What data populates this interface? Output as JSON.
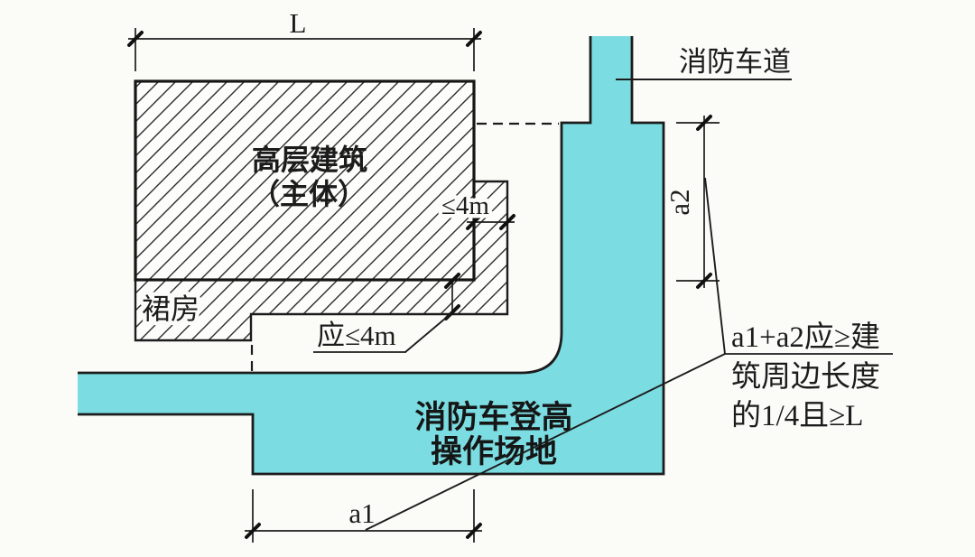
{
  "diagram": {
    "colors": {
      "paper": "#fbfbf8",
      "site_fill": "#7bdce1",
      "line": "#1c1c1c"
    },
    "building": {
      "line1": "高层建筑",
      "line2": "（主体）"
    },
    "podium_label": "裙房",
    "fire_lane_label": "消防车道",
    "site_label": {
      "line1": "消防车登高",
      "line2": "操作场地"
    },
    "dimensions": {
      "top_width": "L",
      "bottom_width": "a1",
      "right_height": "a2",
      "podium_side_protrusion": "≤4m",
      "podium_front_protrusion": "应≤4m"
    },
    "note": {
      "line1": "a1+a2应≥建",
      "line2": "筑周边长度",
      "line3": "的1/4且≥L"
    }
  }
}
